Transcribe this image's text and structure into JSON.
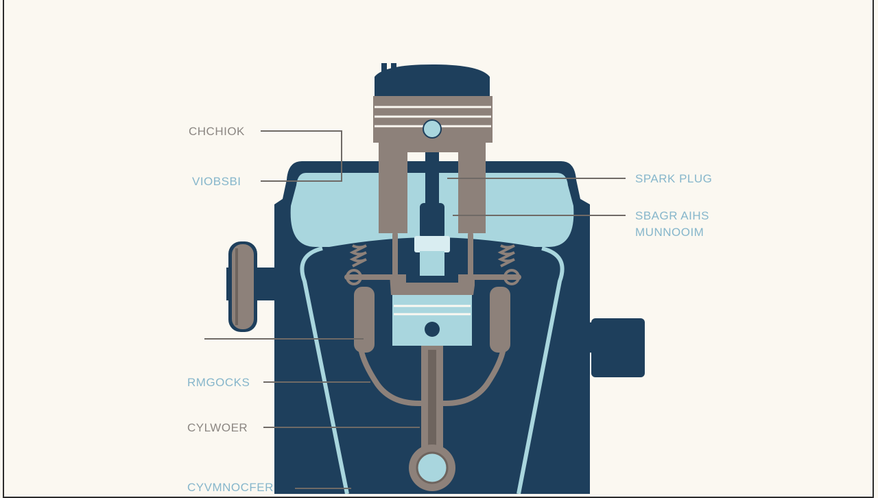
{
  "labels": {
    "left": [
      "CHCHIOK",
      "VIOBSBI",
      "RMGOCKS",
      "CYLWOER",
      "CYVMNOCFER"
    ],
    "right_top": "SPARK PLUG",
    "right_mid_line1": "SBAGR AIHS",
    "right_mid_line2": "MUNNOOIM"
  },
  "colors": {
    "background": "#fbf8f1",
    "engine_body": "#1e3f5c",
    "chamber_light": "#a9d6de",
    "piston_metal": "#8d817a",
    "label_gray": "#8b8682",
    "label_blue": "#86b6cb",
    "leader_line": "#6f6a66"
  }
}
